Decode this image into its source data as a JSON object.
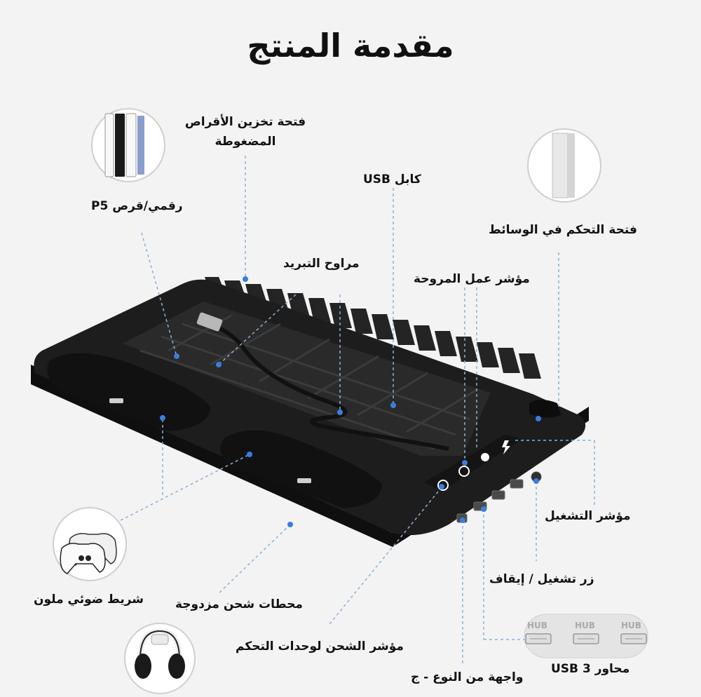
{
  "title": "مقدمة المنتج",
  "labels": {
    "disc_slot": "فتحة تخزين الأقراص المضغوطة",
    "ps5_digital": "رقمي/قرص P5",
    "usb_cable": "كابل USB",
    "cooling_fans": "مراوح التبريد",
    "fan_indicator": "مؤشر عمل المروحة",
    "media_slot": "فتحة التحكم في الوسائط",
    "power_indicator": "مؤشر التشغيل",
    "power_button": "زر تشغيل / إيقاف",
    "rgb_strip": "شريط ضوئي ملون",
    "dual_stations": "محطات شحن مزدوجة",
    "controller_indicator": "مؤشر الشحن لوحدات التحكم",
    "type_c": "واجهة من النوع - ج",
    "usb_hubs": "محاور 3 USB"
  },
  "hub_text": [
    "HUB",
    "HUB",
    "HUB"
  ],
  "colors": {
    "device": "#1c1c1c",
    "accent": "#3a7de0",
    "leader": "#8fb0d8"
  }
}
